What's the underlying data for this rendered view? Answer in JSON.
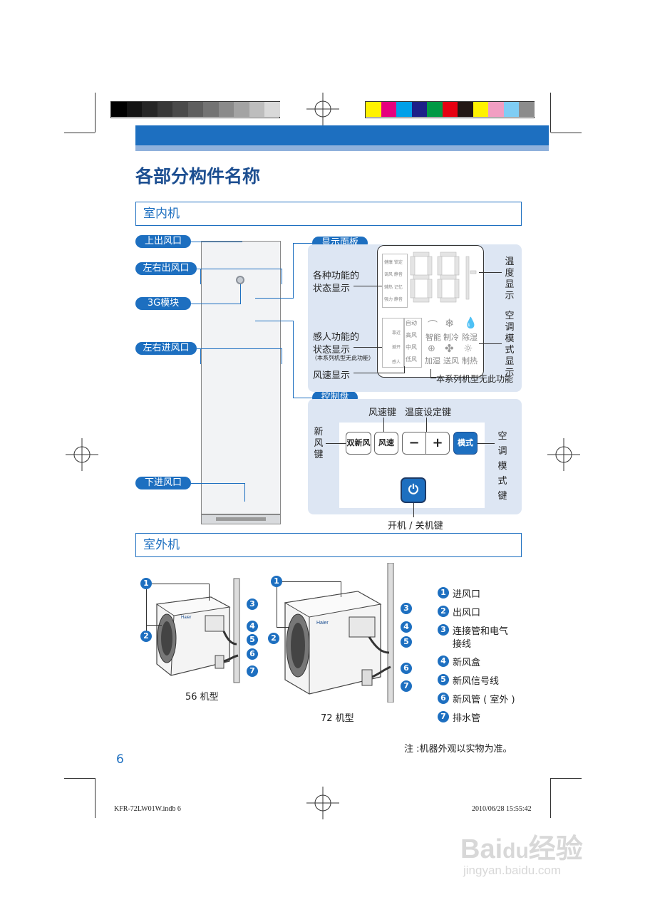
{
  "title": "各部分构件名称",
  "page_number": "6",
  "footer": {
    "file": "KFR-72LW01W.indb   6",
    "timestamp": "2010/06/28   15:55:42"
  },
  "watermark": "Baidu经验 jingyan.baidu.com",
  "colors": {
    "accent": "#1d6fc0",
    "panel_bg": "#dde6f3"
  },
  "gray_swatches": [
    "#000000",
    "#141414",
    "#262626",
    "#383838",
    "#4a4a4a",
    "#5e5e5e",
    "#737373",
    "#8a8a8a",
    "#a3a3a3",
    "#bdbdbd",
    "#d9d9d9",
    "#ffffff"
  ],
  "color_swatches": [
    "#fff200",
    "#e6007e",
    "#00a0e9",
    "#1d2088",
    "#009944",
    "#e60012",
    "#231815",
    "#fff200",
    "#f19ec2",
    "#7fcdf4",
    "#8c8c8c"
  ],
  "indoor": {
    "section_label": "室内机",
    "labels": {
      "top_outlet": "上出风口",
      "side_outlet": "左右出风口",
      "module_3g": "3G模块",
      "side_inlet": "左右进风口",
      "bottom_inlet": "下进风口",
      "display_panel": "显示面板",
      "control_panel": "控制盘"
    },
    "display": {
      "status_1": "各种功能的",
      "status_2": "状态显示",
      "sense_1": "感人功能的",
      "sense_2": "状态显示",
      "sense_note": "（本系列机型无此功能）",
      "fan_speed": "风速显示",
      "temp_display": "温度显示",
      "mode_display": "空调模式显示",
      "no_function_note": "本系列机型无此功能",
      "small_row1": "健康 锁定",
      "small_row2": "调风 静音",
      "small_row3": "辅热 记忆",
      "small_row4": "强力 静音",
      "fan_auto": "自动",
      "fan_high": "高风",
      "fan_mid": "中风",
      "fan_low": "低风",
      "sense_a": "靠近",
      "sense_b": "避开",
      "sense_c": "感人",
      "mode_smart": "智能",
      "mode_cool": "制冷",
      "mode_dry": "除湿",
      "mode_humid": "加湿",
      "mode_fan": "送风",
      "mode_heat": "制热"
    },
    "controls": {
      "fan_key_label": "风速键",
      "temp_key_label": "温度设定键",
      "fresh_key_label": "新风键",
      "mode_key_label": "空调模式键",
      "power_key_label": "开机 / 关机键",
      "btn_fresh": "双新风",
      "btn_fan": "风速",
      "btn_minus": "−",
      "btn_plus": "+",
      "btn_mode": "模式",
      "power_icon": "⏻"
    }
  },
  "outdoor": {
    "section_label": "室外机",
    "model_56": "56 机型",
    "model_72": "72 机型",
    "legend": [
      {
        "n": "1",
        "text": "进风口"
      },
      {
        "n": "2",
        "text": "出风口"
      },
      {
        "n": "3",
        "text": "连接管和电气"
      },
      {
        "n": "",
        "text": "接线"
      },
      {
        "n": "4",
        "text": "新风盒"
      },
      {
        "n": "5",
        "text": "新风信号线"
      },
      {
        "n": "6",
        "text": "新风管 ( 室外 )"
      },
      {
        "n": "7",
        "text": "排水管"
      }
    ],
    "note": "注 :机器外观以实物为准。"
  }
}
